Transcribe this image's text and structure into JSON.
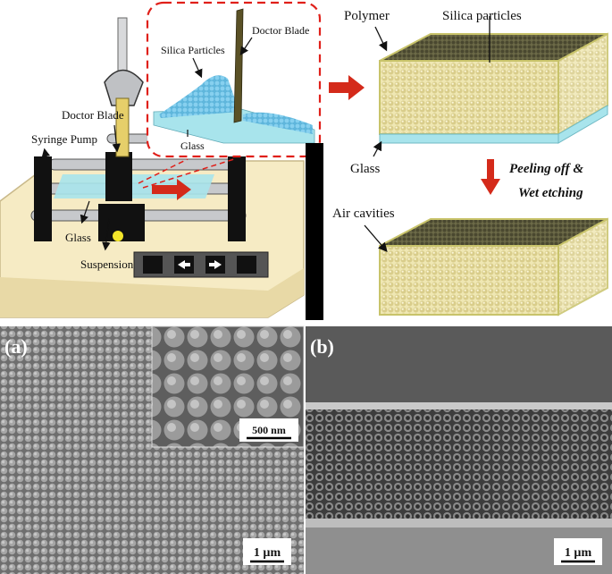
{
  "schematic": {
    "syringe_pump": "Syringe Pump",
    "doctor_blade": "Doctor Blade",
    "glass": "Glass",
    "suspension": "Suspension",
    "inset": {
      "silica_particles": "Silica Particles",
      "doctor_blade": "Doctor Blade",
      "glass": "Glass"
    }
  },
  "film": {
    "polymer": "Polymer",
    "silica_particles": "Silica particles",
    "glass": "Glass",
    "step_label_line1": "Peeling off  &",
    "step_label_line2": "Wet etching",
    "air_cavities": "Air cavities"
  },
  "sem": {
    "panel_a": {
      "label": "(a)",
      "inset_scale": "500 nm",
      "scale": "1 µm"
    },
    "panel_b": {
      "label": "(b)",
      "scale": "1 µm"
    }
  },
  "colors": {
    "arrow_red": "#d42a1a",
    "film_yellow": "#f2ef9a",
    "glass_cyan": "#a8e4ec",
    "base_beige": "#f6ebc4",
    "inset_border": "#e0201a",
    "sem_gray": "#8c8c8c"
  }
}
